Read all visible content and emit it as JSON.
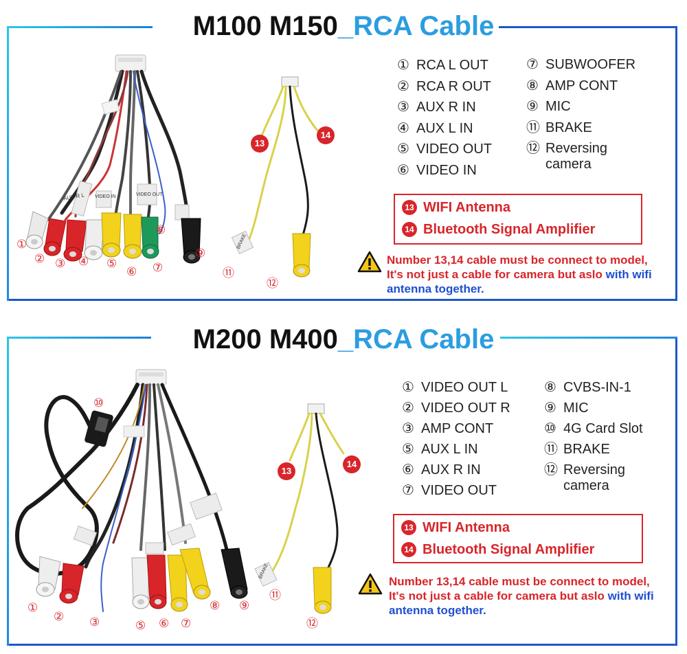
{
  "panels": [
    {
      "title_model": "M100 M150",
      "title_cable": "_RCA Cable",
      "legend_left": [
        {
          "num": "①",
          "label": "RCA L OUT"
        },
        {
          "num": "②",
          "label": "RCA R OUT"
        },
        {
          "num": "③",
          "label": "AUX R IN"
        },
        {
          "num": "④",
          "label": "AUX L IN"
        },
        {
          "num": "⑤",
          "label": "VIDEO OUT"
        },
        {
          "num": "⑥",
          "label": "VIDEO IN"
        }
      ],
      "legend_right": [
        {
          "num": "⑦",
          "label": "SUBWOOFER"
        },
        {
          "num": "⑧",
          "label": "AMP CONT"
        },
        {
          "num": "⑨",
          "label": "MIC"
        },
        {
          "num": "⑪",
          "label": "BRAKE"
        },
        {
          "num": "⑫",
          "label": "Reversing camera"
        }
      ],
      "highlight": [
        {
          "num": "13",
          "label": "WIFI Antenna"
        },
        {
          "num": "14",
          "label": "Bluetooth Signal Amplifier"
        }
      ],
      "warning_red": "Number 13,14 cable must be connect to model, It's not just a cable for camera but aslo ",
      "warning_blue": "with wifi antenna together.",
      "connector_labels": [
        "①",
        "②",
        "③",
        "④",
        "⑤",
        "⑥",
        "⑦",
        "⑧",
        "⑨",
        "⑪",
        "⑫"
      ],
      "tag_labels": [
        "AUX R L",
        "VIDEO IN",
        "VIDEO OUT",
        "BRAKE"
      ],
      "badges": [
        "13",
        "14"
      ]
    },
    {
      "title_model": "M200 M400",
      "title_cable": "_RCA Cable",
      "legend_left": [
        {
          "num": "①",
          "label": "VIDEO OUT L"
        },
        {
          "num": "②",
          "label": "VIDEO OUT R"
        },
        {
          "num": "③",
          "label": "AMP CONT"
        },
        {
          "num": "⑤",
          "label": "AUX L IN"
        },
        {
          "num": "⑥",
          "label": "AUX R IN"
        },
        {
          "num": "⑦",
          "label": "VIDEO OUT"
        }
      ],
      "legend_right": [
        {
          "num": "⑧",
          "label": "CVBS-IN-1"
        },
        {
          "num": "⑨",
          "label": "MIC"
        },
        {
          "num": "⑩",
          "label": "4G Card Slot"
        },
        {
          "num": "⑪",
          "label": "BRAKE"
        },
        {
          "num": "⑫",
          "label": "Reversing camera"
        }
      ],
      "highlight": [
        {
          "num": "13",
          "label": "WIFI Antenna"
        },
        {
          "num": "14",
          "label": "Bluetooth Signal Amplifier"
        }
      ],
      "warning_red": "Number 13,14 cable must be connect to model, It's not just a cable for camera but aslo ",
      "warning_blue": "with wifi antenna together.",
      "connector_labels": [
        "①",
        "②",
        "③",
        "⑤",
        "⑥",
        "⑦",
        "⑧",
        "⑨",
        "⑩",
        "⑪",
        "⑫"
      ],
      "tag_labels": [
        "BRAKE"
      ],
      "badges": [
        "13",
        "14"
      ]
    }
  ],
  "colors": {
    "frame": "#1e56c8",
    "title_cable": "#2b9de0",
    "highlight_red": "#d8252a",
    "warning_blue": "#1e4fd0",
    "rca_red": "#d8252a",
    "rca_white": "#f2f2f2",
    "rca_yellow": "#f2d21b",
    "rca_green": "#1d9a5a",
    "wire_yellow": "#d8d24a",
    "wire_black": "#1a1a1a"
  },
  "icons": [
    "warning-icon"
  ]
}
